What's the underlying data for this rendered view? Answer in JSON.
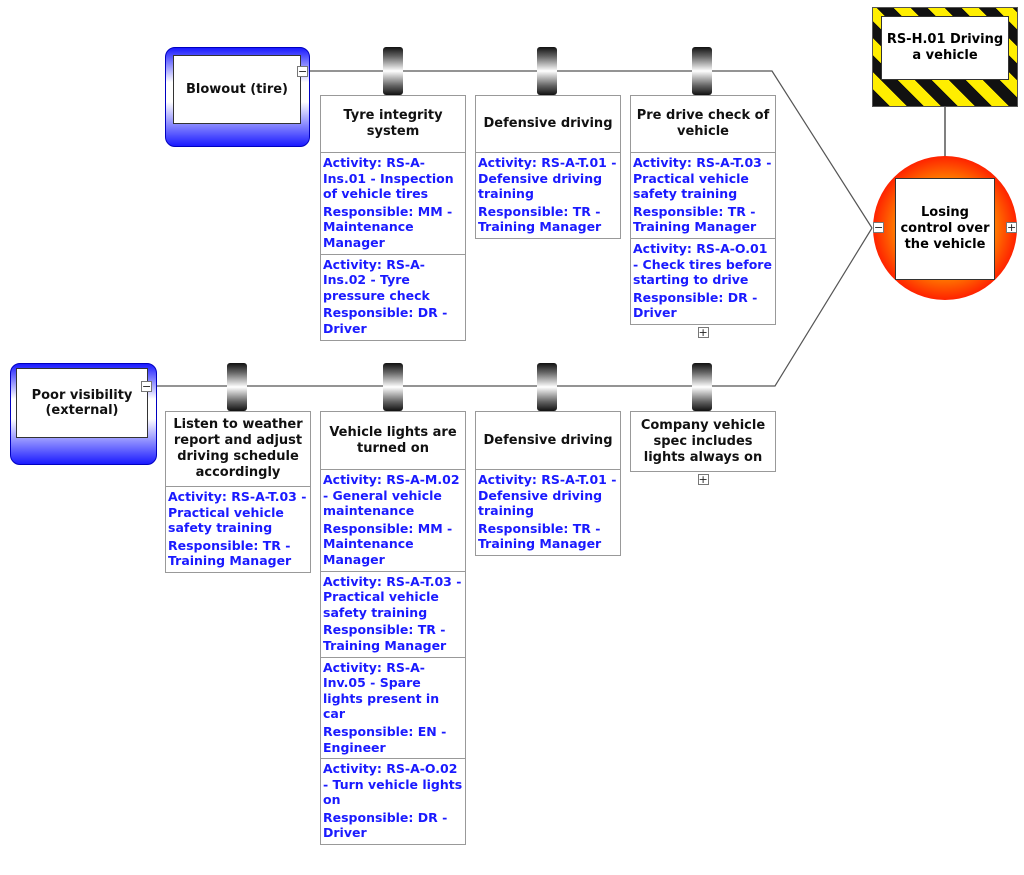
{
  "hazard": {
    "label": "RS-H.01 Driving a vehicle",
    "color": "#ffee00"
  },
  "top_event": {
    "label": "Losing control over the vehicle",
    "collapse": "−",
    "expand": "+"
  },
  "threats": [
    {
      "label": "Blowout (tire)",
      "collapse": "−",
      "barriers": [
        {
          "title": "Tyre integrity system",
          "activities": [
            {
              "activity": "Activity: RS-A-Ins.01 - Inspection of vehicle tires",
              "responsible": "Responsible: MM - Maintenance Manager"
            },
            {
              "activity": "Activity: RS-A-Ins.02 - Tyre pressure check",
              "responsible": "Responsible: DR - Driver"
            }
          ]
        },
        {
          "title": "Defensive driving",
          "activities": [
            {
              "activity": "Activity: RS-A-T.01 - Defensive driving training",
              "responsible": "Responsible: TR - Training Manager"
            }
          ]
        },
        {
          "title": "Pre drive check of vehicle",
          "expand": "+",
          "activities": [
            {
              "activity": "Activity: RS-A-T.03 - Practical vehicle safety training",
              "responsible": "Responsible: TR - Training Manager"
            },
            {
              "activity": "Activity: RS-A-O.01 - Check tires before starting to drive",
              "responsible": "Responsible: DR - Driver"
            }
          ]
        }
      ]
    },
    {
      "label": "Poor visibility (external)",
      "collapse": "−",
      "barriers": [
        {
          "title": "Listen to weather report and adjust driving schedule accordingly",
          "activities": [
            {
              "activity": "Activity: RS-A-T.03 - Practical vehicle safety training",
              "responsible": "Responsible: TR - Training Manager"
            }
          ]
        },
        {
          "title": "Vehicle lights are turned on",
          "activities": [
            {
              "activity": "Activity: RS-A-M.02 - General vehicle maintenance",
              "responsible": "Responsible: MM - Maintenance Manager"
            },
            {
              "activity": "Activity: RS-A-T.03 - Practical vehicle safety training",
              "responsible": "Responsible: TR - Training Manager"
            },
            {
              "activity": "Activity: RS-A-Inv.05 - Spare lights present in car",
              "responsible": "Responsible: EN - Engineer"
            },
            {
              "activity": "Activity: RS-A-O.02 - Turn vehicle lights on",
              "responsible": "Responsible: DR - Driver"
            }
          ]
        },
        {
          "title": "Defensive driving",
          "activities": [
            {
              "activity": "Activity: RS-A-T.01 - Defensive driving training",
              "responsible": "Responsible: TR - Training Manager"
            }
          ]
        },
        {
          "title": "Company vehicle spec includes lights always on",
          "expand": "+",
          "activities": []
        }
      ]
    }
  ]
}
